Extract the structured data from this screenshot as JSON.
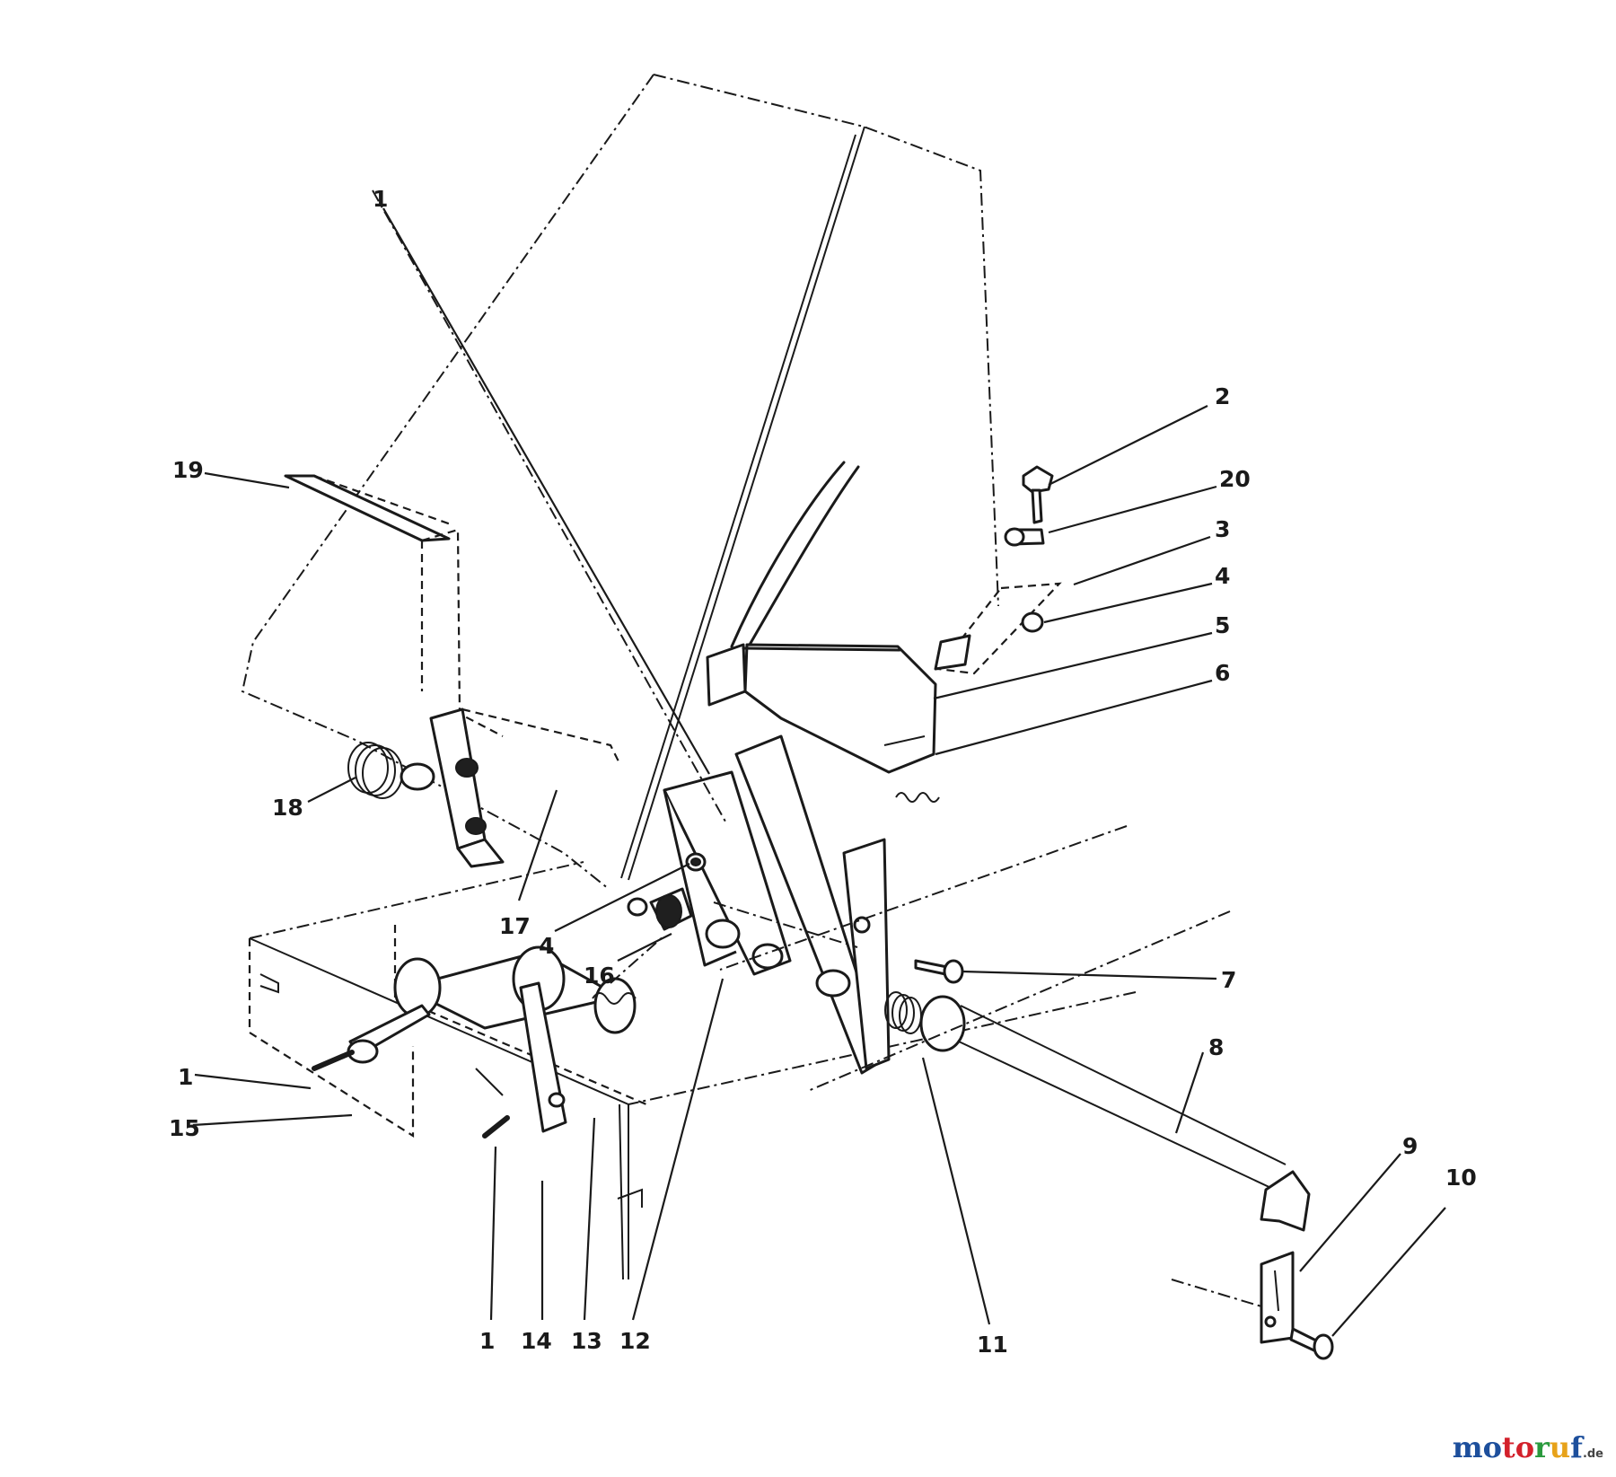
{
  "callouts": {
    "c1_top": "1",
    "c2": "2",
    "c20": "20",
    "c3": "3",
    "c4_right": "4",
    "c5": "5",
    "c6": "6",
    "c19": "19",
    "c18": "18",
    "c17": "17",
    "c4_mid": "4",
    "c16": "16",
    "c7": "7",
    "c8": "8",
    "c1_left": "1",
    "c15": "15",
    "c1_bottom": "1",
    "c14": "14",
    "c13": "13",
    "c12": "12",
    "c11": "11",
    "c9": "9",
    "c10": "10"
  },
  "watermark": {
    "p1": "mo",
    "p2": "to",
    "p3": "r",
    "p4": "u",
    "p5": "f",
    "tld": ".de"
  }
}
